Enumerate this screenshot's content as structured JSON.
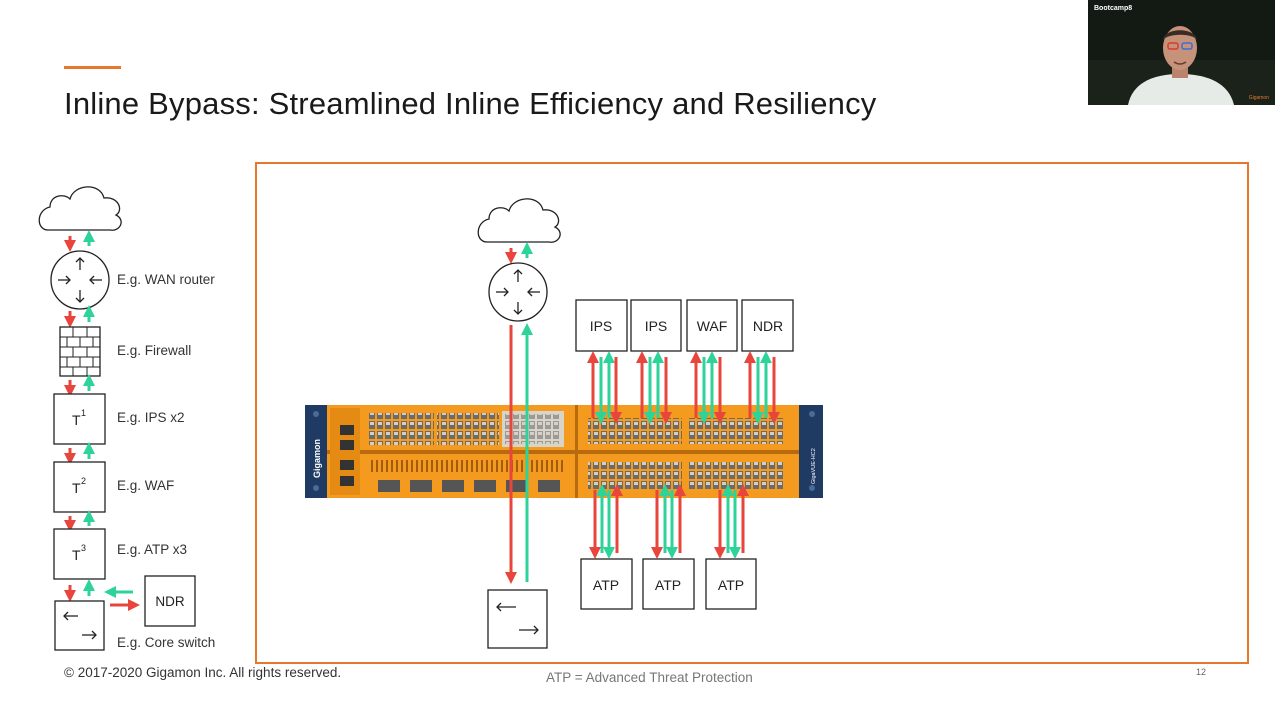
{
  "slide": {
    "title": "Inline Bypass: Streamlined Inline Efficiency and Resiliency",
    "copyright": "© 2017-2020 Gigamon Inc.  All rights reserved.",
    "footnote": "ATP = Advanced Threat Protection",
    "page_number": "12",
    "accent_color": "#e8772e"
  },
  "left_chain": {
    "labels": {
      "router": "E.g. WAN router",
      "firewall": "E.g. Firewall",
      "t1": "E.g. IPS x2",
      "t2": "E.g. WAF",
      "t3": "E.g. ATP x3",
      "switch": "E.g. Core switch"
    },
    "boxes": {
      "t1": "T",
      "t1_sup": "1",
      "t2": "T",
      "t2_sup": "2",
      "t3": "T",
      "t3_sup": "3",
      "ndr": "NDR"
    }
  },
  "appliance": {
    "top_tools": [
      "IPS",
      "IPS",
      "WAF",
      "NDR"
    ],
    "bottom_tools": [
      "ATP",
      "ATP",
      "ATP"
    ],
    "brand": "Gigamon",
    "model": "GigaVUE-HC2"
  },
  "colors": {
    "red_arrow": "#e8453c",
    "green_arrow": "#2ed39a",
    "chassis_orange": "#f39a1f",
    "chassis_blue": "#1f3a63"
  },
  "video": {
    "name": "Bootcamp8",
    "logo": "Gigamon"
  }
}
